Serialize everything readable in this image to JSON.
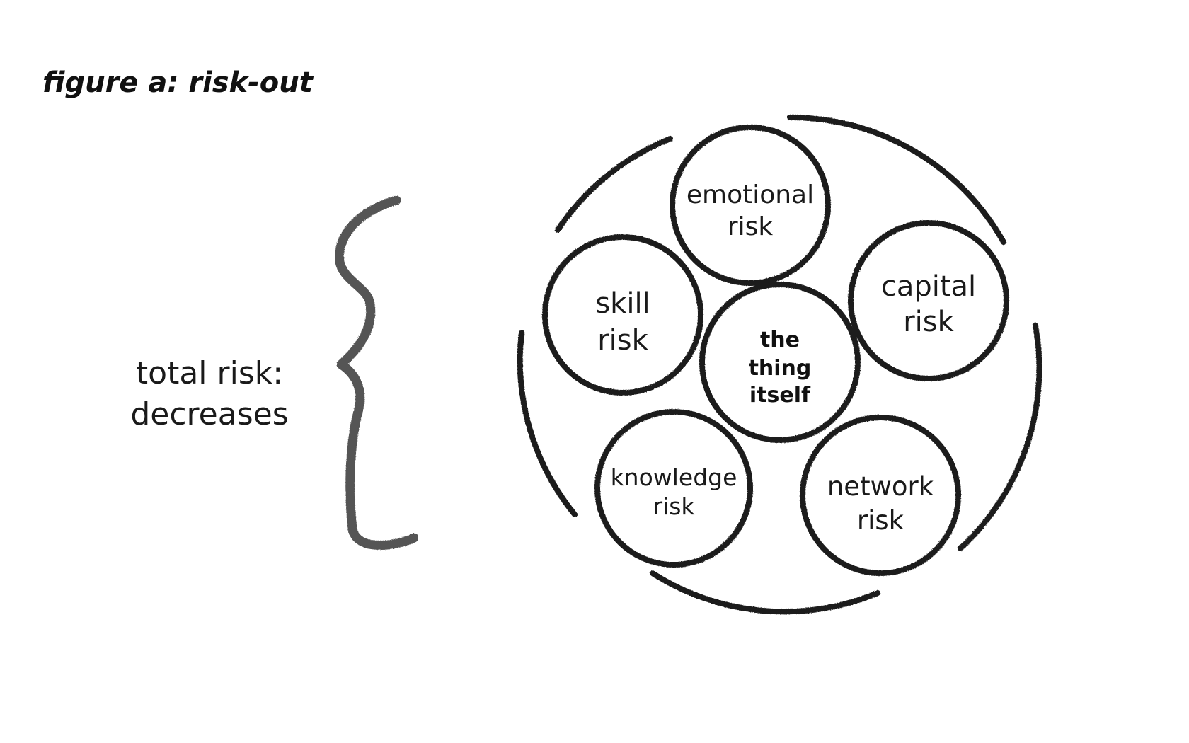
{
  "title": "figure a: risk-out",
  "side_label": {
    "line1": "total risk:",
    "line2": "decreases"
  },
  "nodes": [
    {
      "id": "emotional",
      "lines": [
        "emotional",
        "risk"
      ]
    },
    {
      "id": "capital",
      "lines": [
        "capital",
        "risk"
      ]
    },
    {
      "id": "skill",
      "lines": [
        "skill",
        "risk"
      ]
    },
    {
      "id": "center",
      "lines": [
        "the",
        "thing",
        "itself"
      ]
    },
    {
      "id": "knowledge",
      "lines": [
        "knowledge",
        "risk"
      ]
    },
    {
      "id": "network",
      "lines": [
        "network",
        "risk"
      ]
    }
  ],
  "colors": {
    "ink": "#1f1f1f",
    "brace": "#555555",
    "background": "#ffffff"
  }
}
